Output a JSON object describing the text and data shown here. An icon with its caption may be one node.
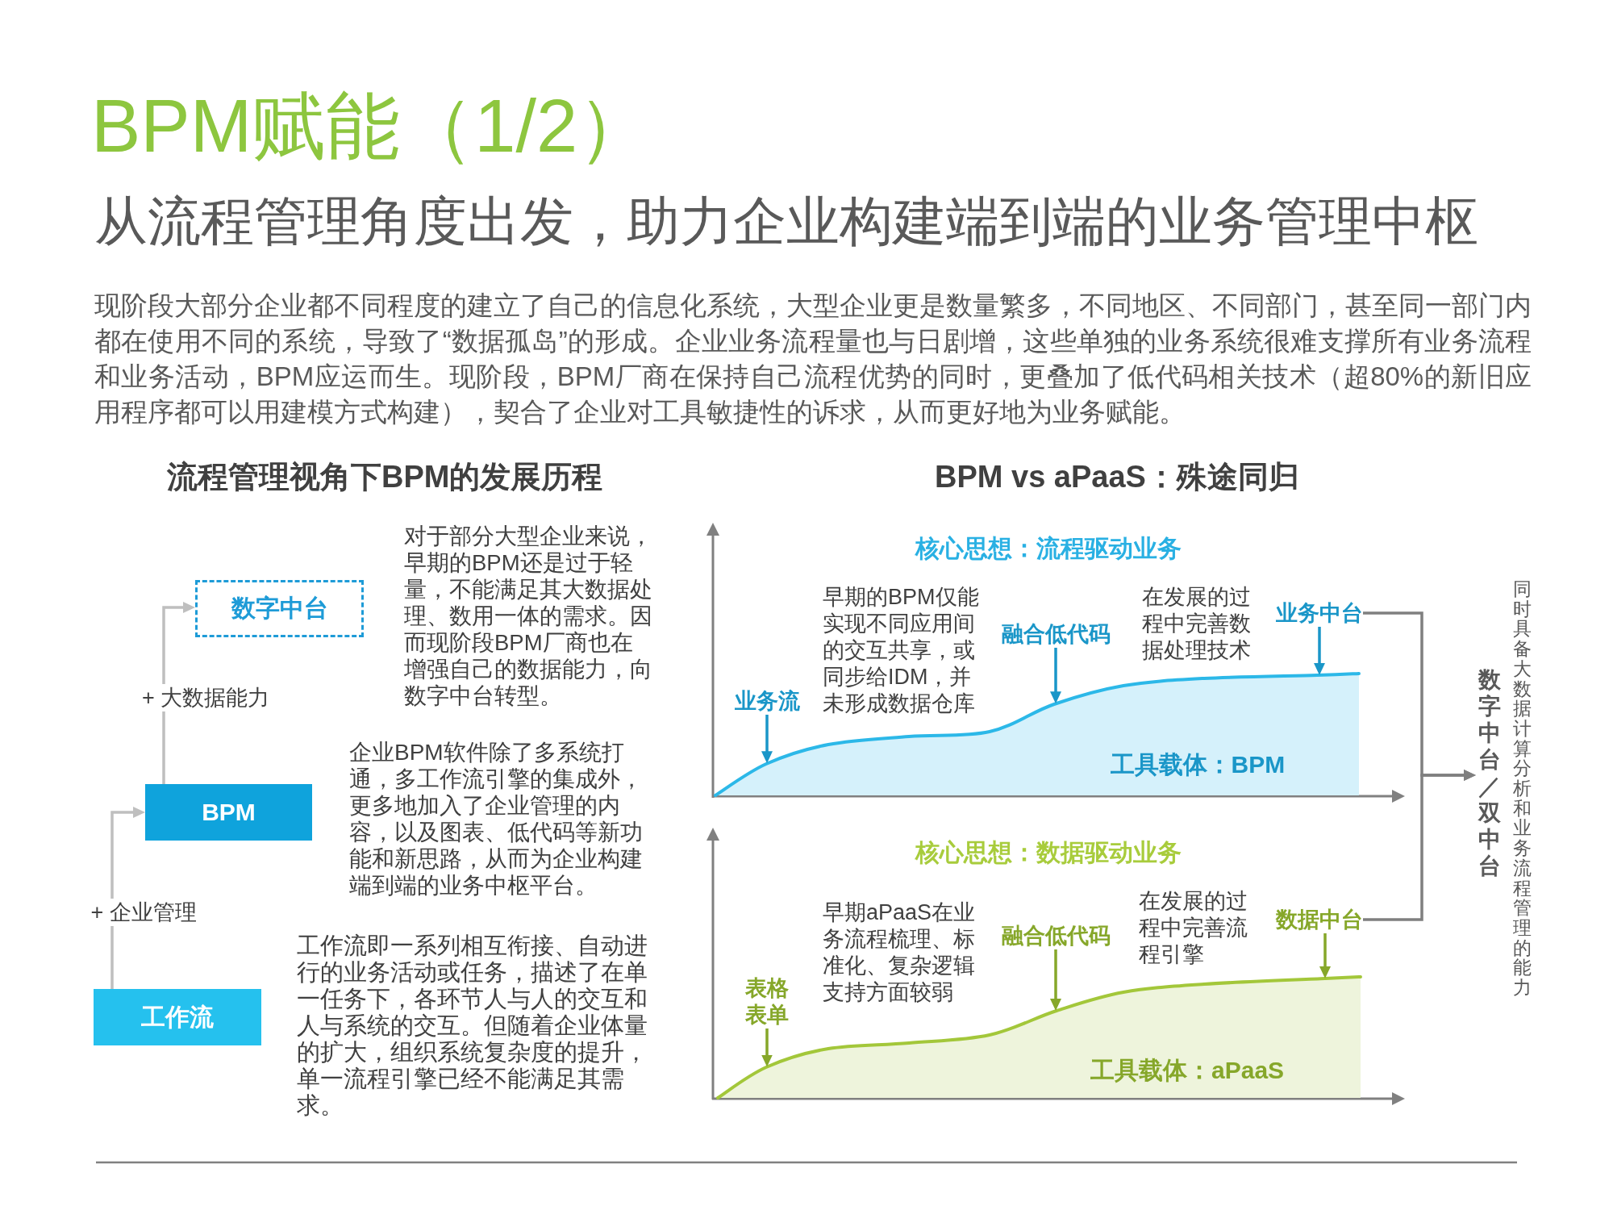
{
  "diagram": {
    "title": "BPM赋能（1/2）",
    "nodes": [
      {
        "text": [
          "数字中台"
        ],
        "beside": [
          "对于部分大型企业来说，早期的BPM还是过于轻量，不能满足其大数据处理、数用一体的需求。因而现阶段BPM厂商也在增强自己的数据能力，向数字中台转型。"
        ]
      },
      {
        "text": [
          "BPM"
        ],
        "beside": [
          "企业BPM软件除了多系统打通，多工作流引擎的集成外，更多地加入了企业管理的内容，以及图表、低代码等新功能和新思路，从而为企业构建端到端的业务中枢平台。"
        ]
      },
      {
        "text": [
          "工作流"
        ],
        "beside": [
          "工作流即一系列相互衔接、自动进行的业务活动或任务，描述了在单一任务下，各环节人与人的交互和人与系统的交互。但随着企业体量的扩大，组织系统复杂度的提升，单一流程引擎已经不能满足其需求。"
        ]
      },
      {
        "text": [
          "业务流"
        ]
      },
      {
        "text": [
          "融合低代码"
        ]
      },
      {
        "text": [
          "业务中台"
        ]
      },
      {
        "text": [
          "工具载体：BPM"
        ]
      },
      {
        "text": [
          "表格表单"
        ]
      },
      {
        "text": [
          "融合低代码"
        ]
      },
      {
        "text": [
          "数据中台"
        ]
      },
      {
        "text": [
          "工具载体：aPaaS"
        ]
      },
      {
        "text": [
          "数字中台／双中台"
        ],
        "beside": [
          "同时具备大数据计算分析和业务流程管理的能力"
        ]
      }
    ],
    "edges": [
      {
        "from": 2,
        "to": 1,
        "arrow": "to",
        "label": "+ 企业管理",
        "color": "#bfbfbf"
      },
      {
        "from": 1,
        "to": 0,
        "arrow": "to",
        "label": "+ 大数据能力",
        "color": "#bfbfbf"
      },
      {
        "from": 3,
        "to": 6,
        "arrow": "to",
        "color": "#1a96c8"
      },
      {
        "from": 4,
        "to": 6,
        "arrow": "to",
        "color": "#1a96c8"
      },
      {
        "from": 5,
        "to": 6,
        "arrow": "to",
        "color": "#1a96c8"
      },
      {
        "from": 7,
        "to": 10,
        "arrow": "to",
        "color": "#86a72a"
      },
      {
        "from": 8,
        "to": 10,
        "arrow": "to",
        "color": "#86a72a"
      },
      {
        "from": 9,
        "to": 10,
        "arrow": "to",
        "color": "#86a72a"
      },
      {
        "from": 5,
        "to": 11,
        "arrow": "to",
        "color": "#7f7f7f"
      },
      {
        "from": 9,
        "to": 11,
        "arrow": "to",
        "color": "#7f7f7f"
      }
    ],
    "labels": [
      "从流程管理角度出发，助力企业构建端到端的业务管理中枢",
      "现阶段大部分企业都不同程度的建立了自己的信息化系统，大型企业更是数量繁多，不同地区、不同部门，甚至同一部门内都在使用不同的系统，导致了“数据孤岛”的形成。企业业务流程量也与日剧增，这些单独的业务系统很难支撑所有业务流程和业务活动，BPM应运而生。现阶段，BPM厂商在保持自己流程优势的同时，更叠加了低代码相关技术（超80%的新旧应用程序都可以用建模方式构建），契合了企业对工具敏捷性的诉求，从而更好地为业务赋能。",
      "流程管理视角下BPM的发展历程",
      "BPM vs aPaaS：殊途同归",
      "核心思想：流程驱动业务",
      "早期的BPM仅能实现不同应用间的交互共享，或同步给IDM，并未形成数据仓库",
      "在发展的过程中完善数据处理技术",
      "核心思想：数据驱动业务",
      "早期aPaaS在业务流程梳理、标准化、复杂逻辑支持方面较弱",
      "在发展的过程中完善流程引擎"
    ]
  }
}
